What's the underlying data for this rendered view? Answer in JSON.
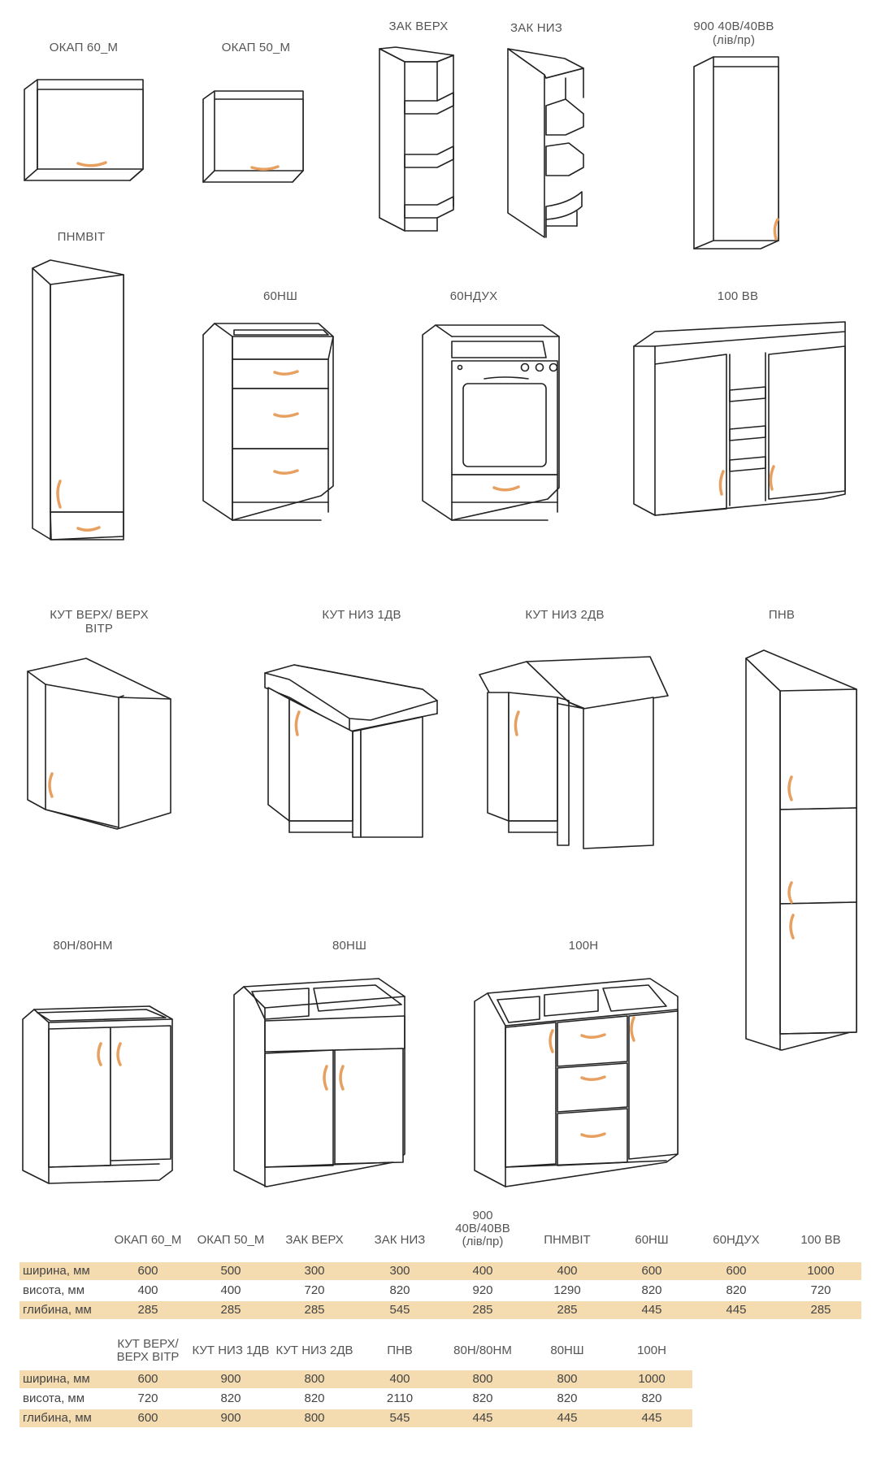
{
  "labels": {
    "okap60": "ОКАП 60_М",
    "okap50": "ОКАП 50_М",
    "zakverh": "ЗАК ВЕРХ",
    "zaknyz": "ЗАК НИЗ",
    "v900_l1": "900 40В/40ВВ",
    "v900_l2": "(лів/пр)",
    "pnmvit": "ПНМВІТ",
    "n60sh": "60НШ",
    "n60duh": "60НДУХ",
    "vv100": "100 ВВ",
    "kutverh_l1": "КУТ ВЕРХ/ ВЕРХ",
    "kutverh_l2": "ВІТР",
    "kutnyz1": "КУТ НИЗ 1ДВ",
    "kutnyz2": "КУТ НИЗ 2ДВ",
    "pnv": "ПНВ",
    "n80": "80Н/80НМ",
    "n80sh": "80НШ",
    "n100": "100Н"
  },
  "table1": {
    "headers": [
      {
        "l1": "ОКАП 60_М"
      },
      {
        "l1": "ОКАП 50_М"
      },
      {
        "l1": "ЗАК ВЕРХ"
      },
      {
        "l1": "ЗАК НИЗ"
      },
      {
        "l1": "900",
        "l2": "40В/40ВВ",
        "l3": "(лів/пр)"
      },
      {
        "l1": "ПНМВІТ"
      },
      {
        "l1": "60НШ"
      },
      {
        "l1": "60НДУХ"
      },
      {
        "l1": "100 ВВ"
      }
    ],
    "rows": [
      {
        "label": "ширина, мм",
        "values": [
          "600",
          "500",
          "300",
          "300",
          "400",
          "400",
          "600",
          "600",
          "1000"
        ]
      },
      {
        "label": "висота, мм",
        "values": [
          "400",
          "400",
          "720",
          "820",
          "920",
          "1290",
          "820",
          "820",
          "720"
        ]
      },
      {
        "label": "глибина, мм",
        "values": [
          "285",
          "285",
          "285",
          "545",
          "285",
          "285",
          "445",
          "445",
          "285"
        ]
      }
    ]
  },
  "table2": {
    "headers": [
      {
        "l1": "КУТ ВЕРХ/",
        "l2": "ВЕРХ ВІТР"
      },
      {
        "l1": "КУТ НИЗ 1ДВ"
      },
      {
        "l1": "КУТ НИЗ 2ДВ"
      },
      {
        "l1": "ПНВ"
      },
      {
        "l1": "80Н/80НМ"
      },
      {
        "l1": "80НШ"
      },
      {
        "l1": "100Н"
      }
    ],
    "rows": [
      {
        "label": "ширина, мм",
        "values": [
          "600",
          "900",
          "800",
          "400",
          "800",
          "800",
          "1000"
        ]
      },
      {
        "label": "висота, мм",
        "values": [
          "720",
          "820",
          "820",
          "2110",
          "820",
          "820",
          "820"
        ]
      },
      {
        "label": "глибина, мм",
        "values": [
          "600",
          "900",
          "800",
          "545",
          "445",
          "445",
          "445"
        ]
      }
    ]
  },
  "colors": {
    "line": "#222222",
    "handle": "#e8a060",
    "band": "#f5dcb0"
  }
}
